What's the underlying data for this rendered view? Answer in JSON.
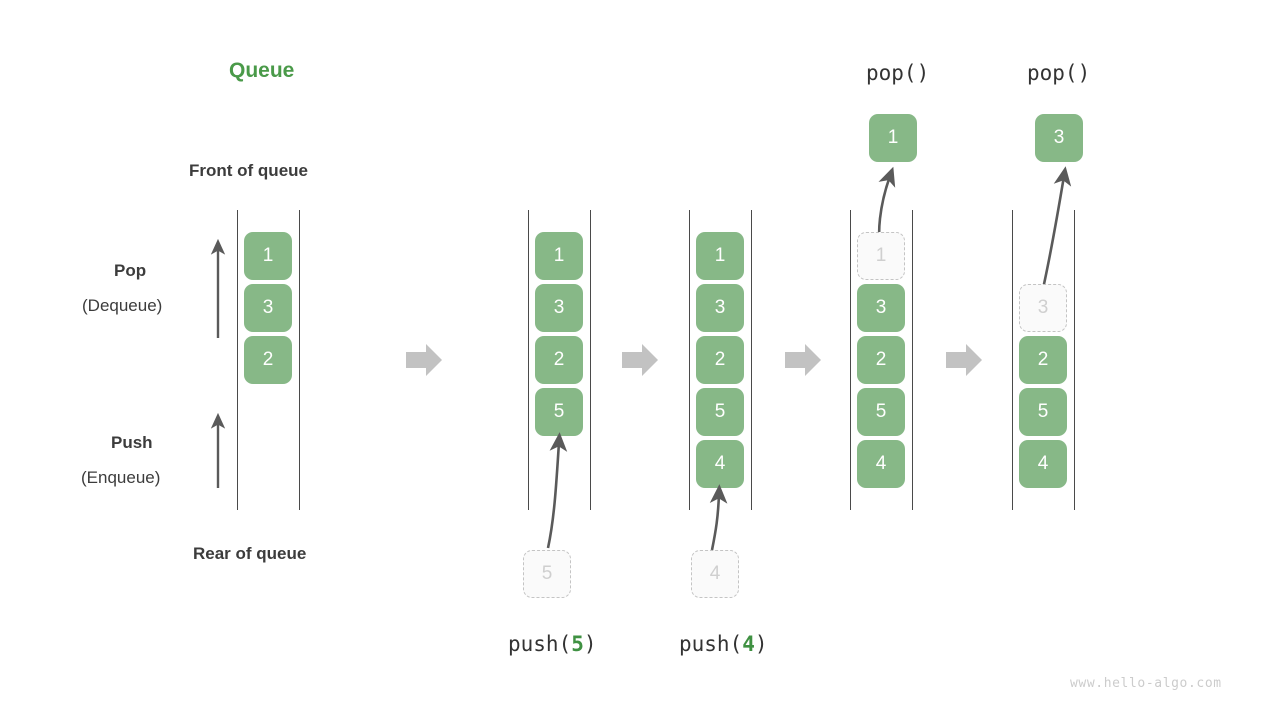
{
  "diagram": {
    "title": "Queue",
    "watermark": "www.hello-algo.com",
    "labels": {
      "front_of_queue": "Front of queue",
      "rear_of_queue": "Rear of queue",
      "pop": "Pop",
      "pop_alt": "(Dequeue)",
      "push": "Push",
      "push_alt": "(Enqueue)"
    },
    "colors": {
      "element_fill": "#87b887",
      "element_text": "#ffffff",
      "ghost_fill": "#fafafa",
      "ghost_border": "#c4c4c4",
      "ghost_text": "#cfcfcf",
      "rail": "#4a4a4a",
      "title_green": "#4a9a49",
      "accent_green": "#3f9142",
      "block_arrow": "#c2c2c2",
      "thin_arrow": "#5a5a5a",
      "text_dark": "#3c3c3c",
      "watermark": "#cccccc"
    },
    "stages": [
      {
        "id": "initial",
        "caption": "",
        "caption_prefix": "",
        "caption_arg": "",
        "caption_suffix": "",
        "elements": [
          "1",
          "3",
          "2"
        ],
        "incoming": "",
        "popped": ""
      },
      {
        "id": "push-5",
        "caption": "push(5)",
        "caption_prefix": "push(",
        "caption_arg": "5",
        "caption_suffix": ")",
        "elements": [
          "1",
          "3",
          "2",
          "5"
        ],
        "incoming": "5",
        "popped": ""
      },
      {
        "id": "push-4",
        "caption": "push(4)",
        "caption_prefix": "push(",
        "caption_arg": "4",
        "caption_suffix": ")",
        "elements": [
          "1",
          "3",
          "2",
          "5",
          "4"
        ],
        "incoming": "4",
        "popped": ""
      },
      {
        "id": "pop-1",
        "caption": "pop()",
        "caption_prefix": "pop()",
        "caption_arg": "",
        "caption_suffix": "",
        "elements": [
          "1",
          "3",
          "2",
          "5",
          "4"
        ],
        "ghost_index": 0,
        "incoming": "",
        "popped": "1"
      },
      {
        "id": "pop-3",
        "caption": "pop()",
        "caption_prefix": "pop()",
        "caption_arg": "",
        "caption_suffix": "",
        "elements": [
          "3",
          "2",
          "5",
          "4"
        ],
        "ghost_index": 0,
        "incoming": "",
        "popped": "3"
      }
    ],
    "transition_arrows": 4
  }
}
